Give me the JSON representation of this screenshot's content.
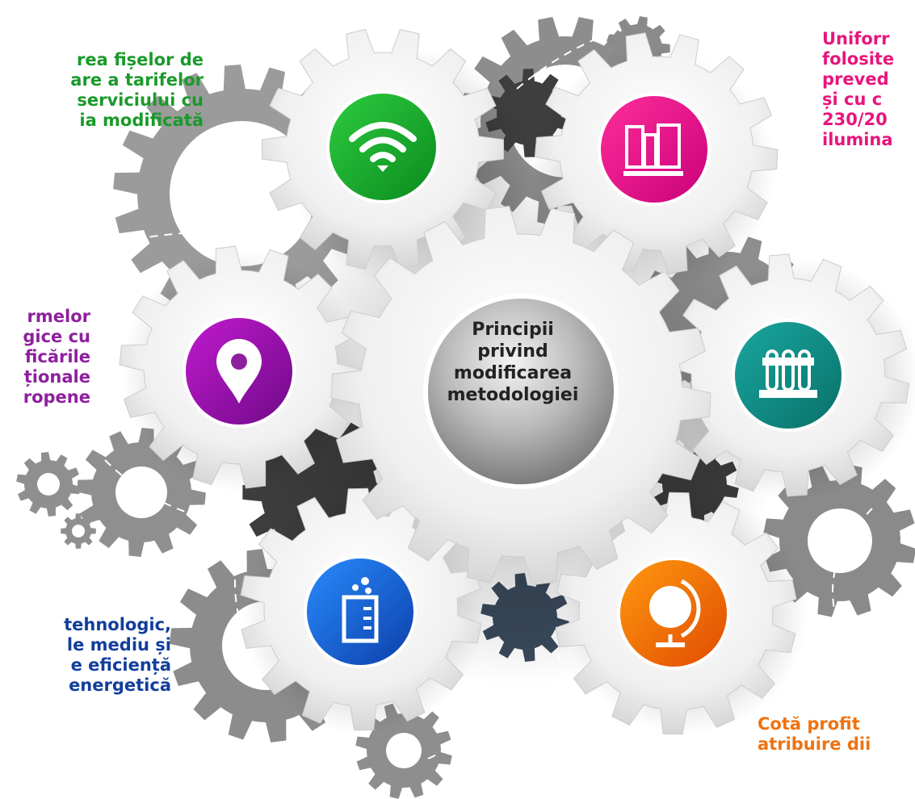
{
  "center": {
    "text": "Principii\nprivind\nmodificarea\nmetodologiei"
  },
  "labels": [
    {
      "id": "green",
      "text": "rea fișelor de\nare a tarifelor\nserviciului cu\nia modificată",
      "color": "#1a9a2a"
    },
    {
      "id": "pink",
      "text": "Uniforr\nfolosite\npreved\nși cu c\n230/20\nilumina",
      "color": "#e8157d"
    },
    {
      "id": "purple",
      "text": "rmelor\ngice cu\nficările\nționale\nropene",
      "color": "#8e1f9e"
    },
    {
      "id": "blue",
      "text": "tehnologic,\nle mediu și\ne eficiență\nenergetică",
      "color": "#123e9c"
    },
    {
      "id": "orange",
      "text": "Cotă profit\natribuire dii",
      "color": "#ee7311"
    }
  ],
  "icons": [
    {
      "name": "wifi-icon",
      "color_a": "#2ecc40",
      "color_b": "#0a8a1e"
    },
    {
      "name": "books-icon",
      "color_a": "#ff2e9a",
      "color_b": "#c8007a"
    },
    {
      "name": "location-pin-icon",
      "color_a": "#c21ad0",
      "color_b": "#6e0a86"
    },
    {
      "name": "test-tubes-icon",
      "color_a": "#1aa7a0",
      "color_b": "#087068"
    },
    {
      "name": "beaker-icon",
      "color_a": "#2a8cff",
      "color_b": "#0b3ea8"
    },
    {
      "name": "globe-icon",
      "color_a": "#ff9a10",
      "color_b": "#e04a00"
    }
  ]
}
